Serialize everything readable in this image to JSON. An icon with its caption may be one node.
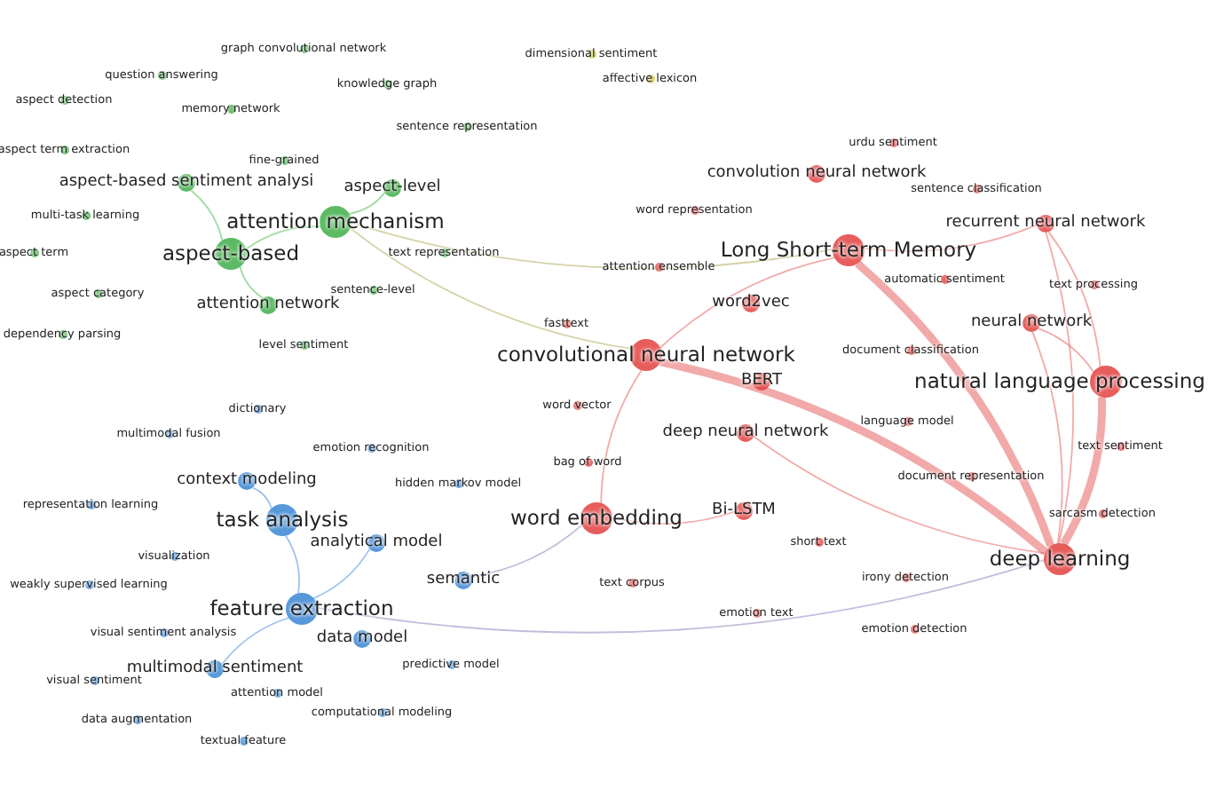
{
  "diagram": {
    "nodes": [
      {
        "text": [
          "graph convolutional network"
        ]
      },
      {
        "text": [
          "question answering"
        ]
      },
      {
        "text": [
          "aspect detection"
        ]
      },
      {
        "text": [
          "knowledge graph"
        ]
      },
      {
        "text": [
          "memory network"
        ]
      },
      {
        "text": [
          "aspect term extraction"
        ]
      },
      {
        "text": [
          "fine-grained"
        ]
      },
      {
        "text": [
          "aspect-based sentiment analysi"
        ]
      },
      {
        "text": [
          "sentence representation"
        ]
      },
      {
        "text": [
          "aspect-level"
        ]
      },
      {
        "text": [
          "multi-task learning"
        ]
      },
      {
        "text": [
          "attention mechanism"
        ]
      },
      {
        "text": [
          "aspect term"
        ]
      },
      {
        "text": [
          "aspect-based"
        ]
      },
      {
        "text": [
          "text representation"
        ]
      },
      {
        "text": [
          "aspect category"
        ]
      },
      {
        "text": [
          "sentence-level"
        ]
      },
      {
        "text": [
          "attention network"
        ]
      },
      {
        "text": [
          "dependency parsing"
        ]
      },
      {
        "text": [
          "level sentiment"
        ]
      },
      {
        "text": [
          "dimensional sentiment"
        ]
      },
      {
        "text": [
          "affective lexicon"
        ]
      },
      {
        "text": [
          "urdu sentiment"
        ]
      },
      {
        "text": [
          "convolution neural network"
        ]
      },
      {
        "text": [
          "sentence classification"
        ]
      },
      {
        "text": [
          "word representation"
        ]
      },
      {
        "text": [
          "recurrent neural network"
        ]
      },
      {
        "text": [
          "Long Short-term Memory"
        ]
      },
      {
        "text": [
          "attention ensemble"
        ]
      },
      {
        "text": [
          "automatic sentiment"
        ]
      },
      {
        "text": [
          "text processing"
        ]
      },
      {
        "text": [
          "word2vec"
        ]
      },
      {
        "text": [
          "fasttext"
        ]
      },
      {
        "text": [
          "neural network"
        ]
      },
      {
        "text": [
          "convolutional neural network"
        ]
      },
      {
        "text": [
          "document classification"
        ]
      },
      {
        "text": [
          "BERT"
        ]
      },
      {
        "text": [
          "natural language processing"
        ]
      },
      {
        "text": [
          "word vector"
        ]
      },
      {
        "text": [
          "deep neural network"
        ]
      },
      {
        "text": [
          "language model"
        ]
      },
      {
        "text": [
          "bag of word"
        ]
      },
      {
        "text": [
          "text sentiment"
        ]
      },
      {
        "text": [
          "document representation"
        ]
      },
      {
        "text": [
          "word embedding"
        ]
      },
      {
        "text": [
          "Bi-LSTM"
        ]
      },
      {
        "text": [
          "short text"
        ]
      },
      {
        "text": [
          "sarcasm detection"
        ]
      },
      {
        "text": [
          "deep learning"
        ]
      },
      {
        "text": [
          "text corpus"
        ]
      },
      {
        "text": [
          "irony detection"
        ]
      },
      {
        "text": [
          "emotion text"
        ]
      },
      {
        "text": [
          "emotion detection"
        ]
      },
      {
        "text": [
          "dictionary"
        ]
      },
      {
        "text": [
          "multimodal fusion"
        ]
      },
      {
        "text": [
          "emotion recognition"
        ]
      },
      {
        "text": [
          "hidden markov model"
        ]
      },
      {
        "text": [
          "context modeling"
        ]
      },
      {
        "text": [
          "representation learning"
        ]
      },
      {
        "text": [
          "task analysis"
        ]
      },
      {
        "text": [
          "analytical model"
        ]
      },
      {
        "text": [
          "visualization"
        ]
      },
      {
        "text": [
          "semantic"
        ]
      },
      {
        "text": [
          "weakly supervised learning"
        ]
      },
      {
        "text": [
          "feature extraction"
        ]
      },
      {
        "text": [
          "data model"
        ]
      },
      {
        "text": [
          "visual sentiment analysis"
        ]
      },
      {
        "text": [
          "multimodal sentiment"
        ]
      },
      {
        "text": [
          "predictive model"
        ]
      },
      {
        "text": [
          "visual sentiment"
        ]
      },
      {
        "text": [
          "attention model"
        ]
      },
      {
        "text": [
          "computational modeling"
        ]
      },
      {
        "text": [
          "data augmentation"
        ]
      },
      {
        "text": [
          "textual feature"
        ]
      }
    ],
    "edges": [
      {
        "from": 48,
        "to": 37,
        "arrow": "none",
        "style": "thick"
      },
      {
        "from": 48,
        "to": 27,
        "arrow": "none",
        "style": "thick"
      },
      {
        "from": 48,
        "to": 34,
        "arrow": "none",
        "style": "thick"
      },
      {
        "from": 48,
        "to": 26,
        "arrow": "none"
      },
      {
        "from": 48,
        "to": 33,
        "arrow": "none"
      },
      {
        "from": 37,
        "to": 26,
        "arrow": "none"
      },
      {
        "from": 37,
        "to": 33,
        "arrow": "none"
      },
      {
        "from": 27,
        "to": 34,
        "arrow": "none"
      },
      {
        "from": 27,
        "to": 26,
        "arrow": "none"
      },
      {
        "from": 34,
        "to": 44,
        "arrow": "none"
      },
      {
        "from": 44,
        "to": 45,
        "arrow": "none"
      },
      {
        "from": 39,
        "to": 48,
        "arrow": "none"
      },
      {
        "from": 11,
        "to": 13,
        "arrow": "none",
        "color": "#5cc45c"
      },
      {
        "from": 13,
        "to": 7,
        "arrow": "none",
        "color": "#5cc45c"
      },
      {
        "from": 13,
        "to": 17,
        "arrow": "none",
        "color": "#5cc45c"
      },
      {
        "from": 11,
        "to": 9,
        "arrow": "none",
        "color": "#5cc45c"
      },
      {
        "from": 11,
        "to": 27,
        "arrow": "none",
        "color": "#b9b46a"
      },
      {
        "from": 64,
        "to": 59,
        "arrow": "none",
        "color": "#5b9be0"
      },
      {
        "from": 59,
        "to": 57,
        "arrow": "none",
        "color": "#5b9be0"
      },
      {
        "from": 64,
        "to": 60,
        "arrow": "none",
        "color": "#5b9be0"
      },
      {
        "from": 64,
        "to": 67,
        "arrow": "none",
        "color": "#5b9be0"
      },
      {
        "from": 62,
        "to": 44,
        "arrow": "none",
        "color": "#9a8fc4"
      },
      {
        "from": 64,
        "to": 48,
        "arrow": "none",
        "color": "#9a8fc4"
      },
      {
        "from": 11,
        "to": 34,
        "arrow": "none",
        "color": "#b9b46a"
      }
    ]
  }
}
